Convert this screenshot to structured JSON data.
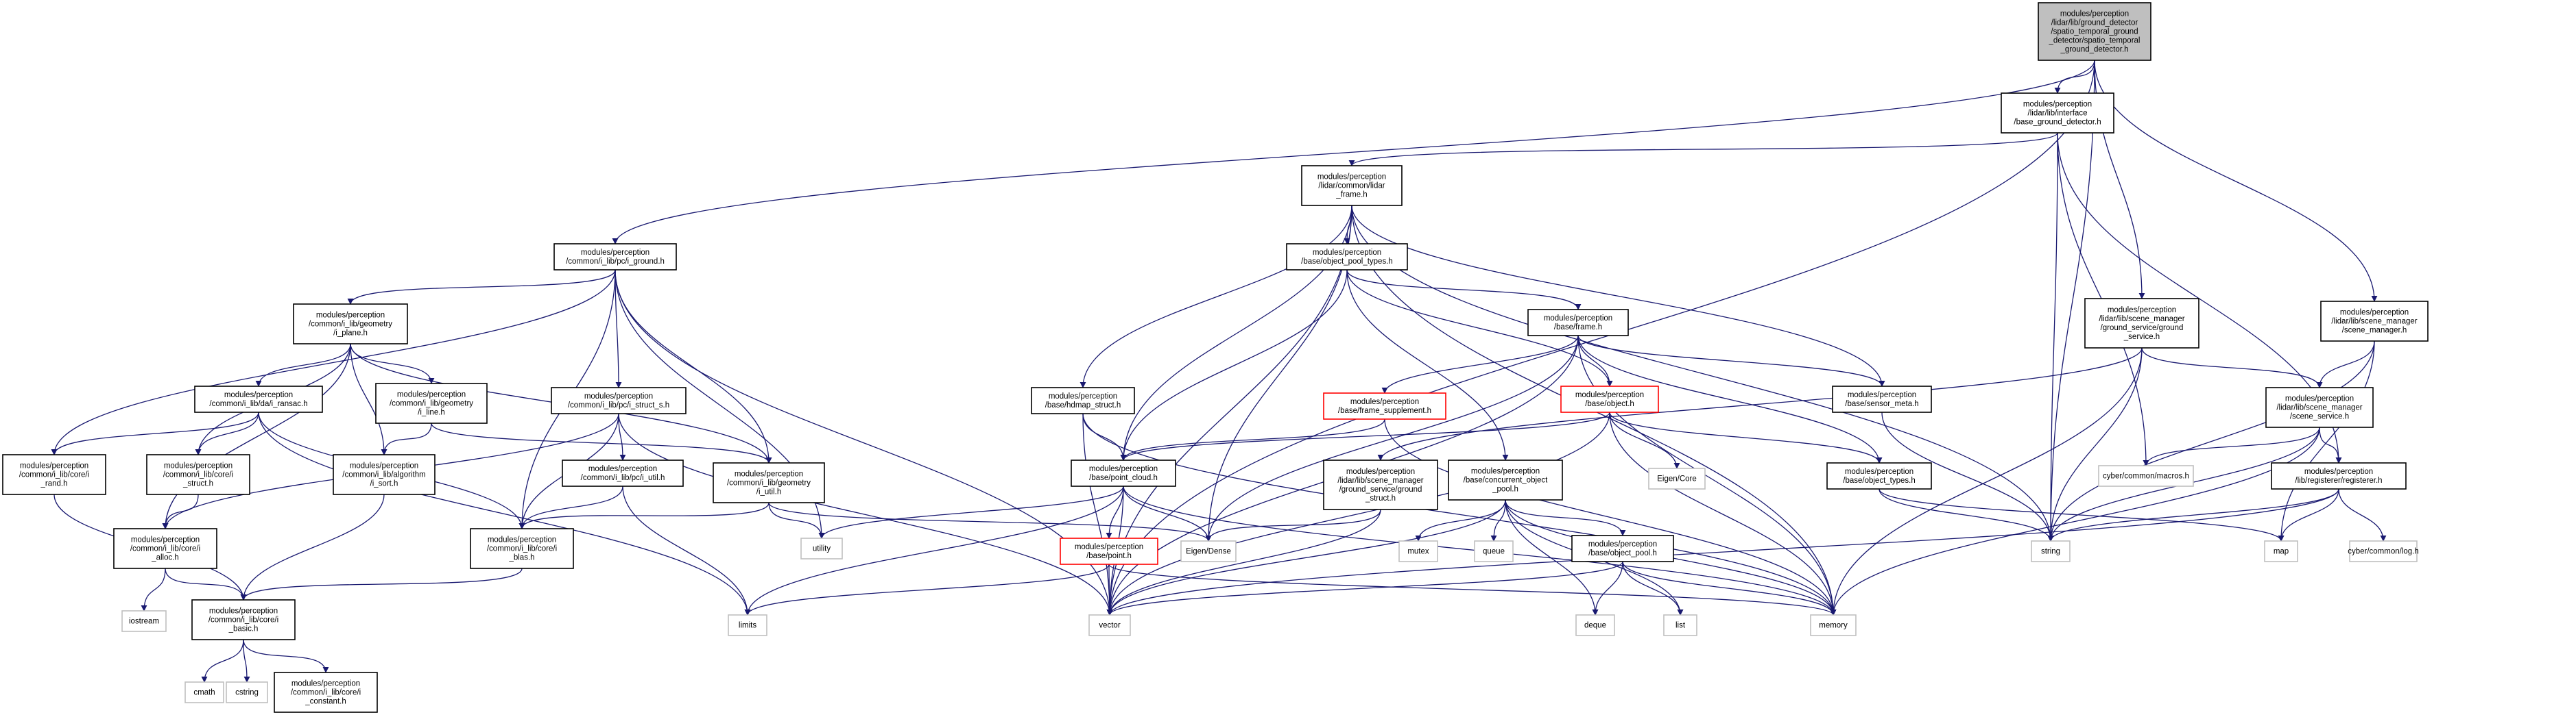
{
  "diagram": {
    "type": "include-dependency-graph",
    "colors": {
      "edge": "#191970",
      "box_border": "#000000",
      "box_missing_border": "#ff0000",
      "external_border": "#bfbfbf",
      "root_fill": "#bfbfbf",
      "text": "#000000"
    },
    "nodes": [
      {
        "id": "root",
        "kind": "root",
        "lines": [
          "modules/perception",
          "/lidar/lib/ground_detector",
          "/spatio_temporal_ground",
          "_detector/spatio_temporal",
          "_ground_detector.h"
        ]
      },
      {
        "id": "base_ground_detector",
        "kind": "box",
        "lines": [
          "modules/perception",
          "/lidar/lib/interface",
          "/base_ground_detector.h"
        ]
      },
      {
        "id": "lidar_frame",
        "kind": "box",
        "lines": [
          "modules/perception",
          "/lidar/common/lidar",
          "_frame.h"
        ]
      },
      {
        "id": "i_ground",
        "kind": "box",
        "lines": [
          "modules/perception",
          "/common/i_lib/pc/i_ground.h"
        ]
      },
      {
        "id": "object_pool_types",
        "kind": "box",
        "lines": [
          "modules/perception",
          "/base/object_pool_types.h"
        ]
      },
      {
        "id": "ground_service",
        "kind": "box",
        "lines": [
          "modules/perception",
          "/lidar/lib/scene_manager",
          "/ground_service/ground",
          "_service.h"
        ]
      },
      {
        "id": "scene_manager",
        "kind": "box",
        "lines": [
          "modules/perception",
          "/lidar/lib/scene_manager",
          "/scene_manager.h"
        ]
      },
      {
        "id": "i_plane",
        "kind": "box",
        "lines": [
          "modules/perception",
          "/common/i_lib/geometry",
          "/i_plane.h"
        ]
      },
      {
        "id": "base_frame",
        "kind": "box",
        "lines": [
          "modules/perception",
          "/base/frame.h"
        ]
      },
      {
        "id": "i_ransac",
        "kind": "box",
        "lines": [
          "modules/perception",
          "/common/i_lib/da/i_ransac.h"
        ]
      },
      {
        "id": "i_line",
        "kind": "box",
        "lines": [
          "modules/perception",
          "/common/i_lib/geometry",
          "/i_line.h"
        ]
      },
      {
        "id": "i_struct_s",
        "kind": "box",
        "lines": [
          "modules/perception",
          "/common/i_lib/pc/i_struct_s.h"
        ]
      },
      {
        "id": "hdmap_struct",
        "kind": "box",
        "lines": [
          "modules/perception",
          "/base/hdmap_struct.h"
        ]
      },
      {
        "id": "frame_supplement",
        "kind": "missing",
        "lines": [
          "modules/perception",
          "/base/frame_supplement.h"
        ]
      },
      {
        "id": "base_object",
        "kind": "missing",
        "lines": [
          "modules/perception",
          "/base/object.h"
        ]
      },
      {
        "id": "sensor_meta",
        "kind": "box",
        "lines": [
          "modules/perception",
          "/base/sensor_meta.h"
        ]
      },
      {
        "id": "scene_service",
        "kind": "box",
        "lines": [
          "modules/perception",
          "/lidar/lib/scene_manager",
          "/scene_service.h"
        ]
      },
      {
        "id": "i_rand",
        "kind": "box",
        "lines": [
          "modules/perception",
          "/common/i_lib/core/i",
          "_rand.h"
        ]
      },
      {
        "id": "i_struct",
        "kind": "box",
        "lines": [
          "modules/perception",
          "/common/i_lib/core/i",
          "_struct.h"
        ]
      },
      {
        "id": "i_sort",
        "kind": "box",
        "lines": [
          "modules/perception",
          "/common/i_lib/algorithm",
          "/i_sort.h"
        ]
      },
      {
        "id": "i_util_pc",
        "kind": "box",
        "lines": [
          "modules/perception",
          "/common/i_lib/pc/i_util.h"
        ]
      },
      {
        "id": "i_util_geom",
        "kind": "box",
        "lines": [
          "modules/perception",
          "/common/i_lib/geometry",
          "/i_util.h"
        ]
      },
      {
        "id": "point_cloud",
        "kind": "box",
        "lines": [
          "modules/perception",
          "/base/point_cloud.h"
        ]
      },
      {
        "id": "ground_struct",
        "kind": "box",
        "lines": [
          "modules/perception",
          "/lidar/lib/scene_manager",
          "/ground_service/ground",
          "_struct.h"
        ]
      },
      {
        "id": "concurrent_object_pool",
        "kind": "box",
        "lines": [
          "modules/perception",
          "/base/concurrent_object",
          "_pool.h"
        ]
      },
      {
        "id": "eigen_core",
        "kind": "external",
        "lines": [
          "Eigen/Core"
        ]
      },
      {
        "id": "object_types",
        "kind": "box",
        "lines": [
          "modules/perception",
          "/base/object_types.h"
        ]
      },
      {
        "id": "cyber_macros",
        "kind": "external",
        "lines": [
          "cyber/common/macros.h"
        ]
      },
      {
        "id": "registerer",
        "kind": "box",
        "lines": [
          "modules/perception",
          "/lib/registerer/registerer.h"
        ]
      },
      {
        "id": "i_alloc",
        "kind": "box",
        "lines": [
          "modules/perception",
          "/common/i_lib/core/i",
          "_alloc.h"
        ]
      },
      {
        "id": "i_blas",
        "kind": "box",
        "lines": [
          "modules/perception",
          "/common/i_lib/core/i",
          "_blas.h"
        ]
      },
      {
        "id": "utility",
        "kind": "external",
        "lines": [
          "utility"
        ]
      },
      {
        "id": "eigen_dense",
        "kind": "external",
        "lines": [
          "Eigen/Dense"
        ]
      },
      {
        "id": "base_point",
        "kind": "missing",
        "lines": [
          "modules/perception",
          "/base/point.h"
        ]
      },
      {
        "id": "mutex",
        "kind": "external",
        "lines": [
          "mutex"
        ]
      },
      {
        "id": "queue",
        "kind": "external",
        "lines": [
          "queue"
        ]
      },
      {
        "id": "object_pool",
        "kind": "box",
        "lines": [
          "modules/perception",
          "/base/object_pool.h"
        ]
      },
      {
        "id": "string",
        "kind": "external",
        "lines": [
          "string"
        ]
      },
      {
        "id": "map",
        "kind": "external",
        "lines": [
          "map"
        ]
      },
      {
        "id": "cyber_log",
        "kind": "external",
        "lines": [
          "cyber/common/log.h"
        ]
      },
      {
        "id": "iostream",
        "kind": "external",
        "lines": [
          "iostream"
        ]
      },
      {
        "id": "i_basic",
        "kind": "box",
        "lines": [
          "modules/perception",
          "/common/i_lib/core/i",
          "_basic.h"
        ]
      },
      {
        "id": "limits",
        "kind": "external",
        "lines": [
          "limits"
        ]
      },
      {
        "id": "vector",
        "kind": "external",
        "lines": [
          "vector"
        ]
      },
      {
        "id": "deque",
        "kind": "external",
        "lines": [
          "deque"
        ]
      },
      {
        "id": "list",
        "kind": "external",
        "lines": [
          "list"
        ]
      },
      {
        "id": "memory",
        "kind": "external",
        "lines": [
          "memory"
        ]
      },
      {
        "id": "cmath",
        "kind": "external",
        "lines": [
          "cmath"
        ]
      },
      {
        "id": "cstring",
        "kind": "external",
        "lines": [
          "cstring"
        ]
      },
      {
        "id": "i_constant",
        "kind": "box",
        "lines": [
          "modules/perception",
          "/common/i_lib/core/i",
          "_constant.h"
        ]
      }
    ],
    "edges": [
      [
        "root",
        "base_ground_detector"
      ],
      [
        "root",
        "i_ground"
      ],
      [
        "root",
        "vector"
      ],
      [
        "root",
        "ground_service"
      ],
      [
        "root",
        "scene_manager"
      ],
      [
        "root",
        "string"
      ],
      [
        "base_ground_detector",
        "lidar_frame"
      ],
      [
        "base_ground_detector",
        "string"
      ],
      [
        "base_ground_detector",
        "cyber_macros"
      ],
      [
        "base_ground_detector",
        "registerer"
      ],
      [
        "lidar_frame",
        "object_pool_types"
      ],
      [
        "lidar_frame",
        "hdmap_struct"
      ],
      [
        "lidar_frame",
        "point_cloud"
      ],
      [
        "lidar_frame",
        "eigen_dense"
      ],
      [
        "lidar_frame",
        "sensor_meta"
      ],
      [
        "lidar_frame",
        "vector"
      ],
      [
        "lidar_frame",
        "memory"
      ],
      [
        "lidar_frame",
        "string"
      ],
      [
        "object_pool_types",
        "base_frame"
      ],
      [
        "object_pool_types",
        "base_object"
      ],
      [
        "object_pool_types",
        "point_cloud"
      ],
      [
        "object_pool_types",
        "concurrent_object_pool"
      ],
      [
        "base_frame",
        "frame_supplement"
      ],
      [
        "base_frame",
        "base_object"
      ],
      [
        "base_frame",
        "sensor_meta"
      ],
      [
        "base_frame",
        "object_types"
      ],
      [
        "base_frame",
        "eigen_dense"
      ],
      [
        "base_frame",
        "memory"
      ],
      [
        "base_frame",
        "vector"
      ],
      [
        "frame_supplement",
        "point_cloud"
      ],
      [
        "frame_supplement",
        "memory"
      ],
      [
        "base_object",
        "point_cloud"
      ],
      [
        "base_object",
        "object_types"
      ],
      [
        "base_object",
        "eigen_core"
      ],
      [
        "base_object",
        "memory"
      ],
      [
        "base_object",
        "vector"
      ],
      [
        "hdmap_struct",
        "point_cloud"
      ],
      [
        "hdmap_struct",
        "vector"
      ],
      [
        "hdmap_struct",
        "memory"
      ],
      [
        "point_cloud",
        "base_point"
      ],
      [
        "point_cloud",
        "eigen_dense"
      ],
      [
        "point_cloud",
        "vector"
      ],
      [
        "point_cloud",
        "utility"
      ],
      [
        "point_cloud",
        "memory"
      ],
      [
        "point_cloud",
        "limits"
      ],
      [
        "base_point",
        "vector"
      ],
      [
        "base_point",
        "memory"
      ],
      [
        "base_point",
        "limits"
      ],
      [
        "sensor_meta",
        "string"
      ],
      [
        "object_types",
        "string"
      ],
      [
        "object_types",
        "map"
      ],
      [
        "concurrent_object_pool",
        "object_pool"
      ],
      [
        "concurrent_object_pool",
        "mutex"
      ],
      [
        "concurrent_object_pool",
        "queue"
      ],
      [
        "concurrent_object_pool",
        "deque"
      ],
      [
        "concurrent_object_pool",
        "list"
      ],
      [
        "concurrent_object_pool",
        "memory"
      ],
      [
        "concurrent_object_pool",
        "vector"
      ],
      [
        "object_pool",
        "deque"
      ],
      [
        "object_pool",
        "list"
      ],
      [
        "object_pool",
        "memory"
      ],
      [
        "object_pool",
        "vector"
      ],
      [
        "ground_service",
        "scene_service"
      ],
      [
        "ground_service",
        "ground_struct"
      ],
      [
        "ground_service",
        "string"
      ],
      [
        "ground_service",
        "memory"
      ],
      [
        "ground_struct",
        "eigen_dense"
      ],
      [
        "ground_struct",
        "vector"
      ],
      [
        "scene_manager",
        "scene_service"
      ],
      [
        "scene_manager",
        "string"
      ],
      [
        "scene_manager",
        "map"
      ],
      [
        "scene_service",
        "registerer"
      ],
      [
        "scene_service",
        "cyber_macros"
      ],
      [
        "scene_service",
        "string"
      ],
      [
        "scene_service",
        "memory"
      ],
      [
        "registerer",
        "map"
      ],
      [
        "registerer",
        "string"
      ],
      [
        "registerer",
        "vector"
      ],
      [
        "registerer",
        "cyber_log"
      ],
      [
        "i_ground",
        "i_plane"
      ],
      [
        "i_ground",
        "i_struct_s"
      ],
      [
        "i_ground",
        "i_util_geom"
      ],
      [
        "i_ground",
        "i_rand"
      ],
      [
        "i_ground",
        "i_blas"
      ],
      [
        "i_ground",
        "utility"
      ],
      [
        "i_ground",
        "vector"
      ],
      [
        "i_plane",
        "i_ransac"
      ],
      [
        "i_plane",
        "i_line"
      ],
      [
        "i_plane",
        "i_sort"
      ],
      [
        "i_plane",
        "i_struct"
      ],
      [
        "i_plane",
        "i_alloc"
      ],
      [
        "i_plane",
        "i_util_geom"
      ],
      [
        "i_ransac",
        "i_rand"
      ],
      [
        "i_ransac",
        "i_struct"
      ],
      [
        "i_ransac",
        "i_blas"
      ],
      [
        "i_ransac",
        "limits"
      ],
      [
        "i_line",
        "i_util_geom"
      ],
      [
        "i_line",
        "i_sort"
      ],
      [
        "i_struct_s",
        "i_util_pc"
      ],
      [
        "i_struct_s",
        "i_blas"
      ],
      [
        "i_struct_s",
        "i_alloc"
      ],
      [
        "i_struct_s",
        "vector"
      ],
      [
        "i_util_pc",
        "i_blas"
      ],
      [
        "i_util_pc",
        "limits"
      ],
      [
        "i_util_geom",
        "i_blas"
      ],
      [
        "i_util_geom",
        "utility"
      ],
      [
        "i_util_geom",
        "eigen_dense"
      ],
      [
        "i_rand",
        "i_basic"
      ],
      [
        "i_struct",
        "i_alloc"
      ],
      [
        "i_sort",
        "i_basic"
      ],
      [
        "i_alloc",
        "i_basic"
      ],
      [
        "i_alloc",
        "iostream"
      ],
      [
        "i_blas",
        "i_basic"
      ],
      [
        "i_basic",
        "cmath"
      ],
      [
        "i_basic",
        "cstring"
      ],
      [
        "i_basic",
        "i_constant"
      ]
    ]
  }
}
